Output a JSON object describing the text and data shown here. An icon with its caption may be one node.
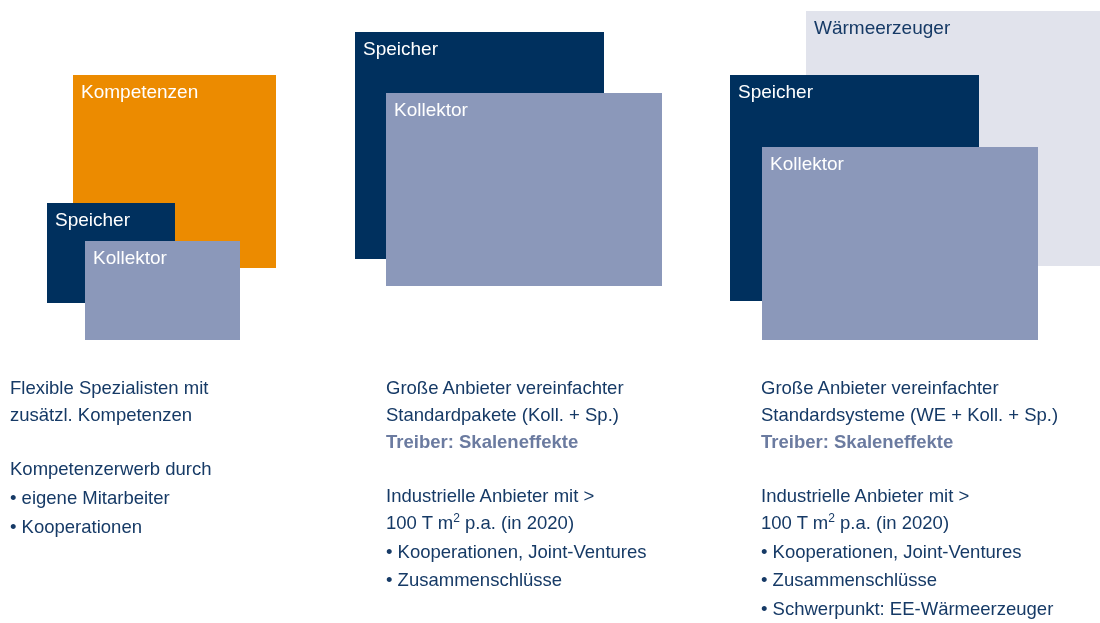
{
  "diagram": {
    "nodes": [
      {
        "text": [
          "Kompetenzen"
        ]
      },
      {
        "text": [
          "Speicher"
        ]
      },
      {
        "text": [
          "Kollektor"
        ]
      },
      {
        "text": [
          "Speicher"
        ]
      },
      {
        "text": [
          "Kollektor"
        ]
      },
      {
        "text": [
          "Wärmeerzeuger"
        ]
      },
      {
        "text": [
          "Speicher"
        ]
      },
      {
        "text": [
          "Kollektor"
        ]
      }
    ],
    "labels": [
      "Flexible Spezialisten mit zusätzl. Kompetenzen",
      "Kompetenzerwerb durch",
      "• eigene Mitarbeiter",
      "• Kooperationen",
      "Große Anbieter vereinfachter Standardpakete (Koll. + Sp.)",
      "Treiber: Skaleneffekte",
      "Industrielle Anbieter mit > 100 T m$^{2}$ p.a. (in 2020)",
      "• Kooperationen, Joint-Ventures",
      "• Zusammenschlüsse",
      "Große Anbieter vereinfachter Standardsysteme (WE + Koll. + Sp.)",
      "Treiber: Skaleneffekte",
      "Industrielle Anbieter mit > 100 T m$^{2}$ p.a. (in 2020)",
      "• Kooperationen, Joint-Ventures",
      "• Zusammenschlüsse",
      "• Schwerpunkt: EE-Wärmeerzeuger"
    ]
  }
}
